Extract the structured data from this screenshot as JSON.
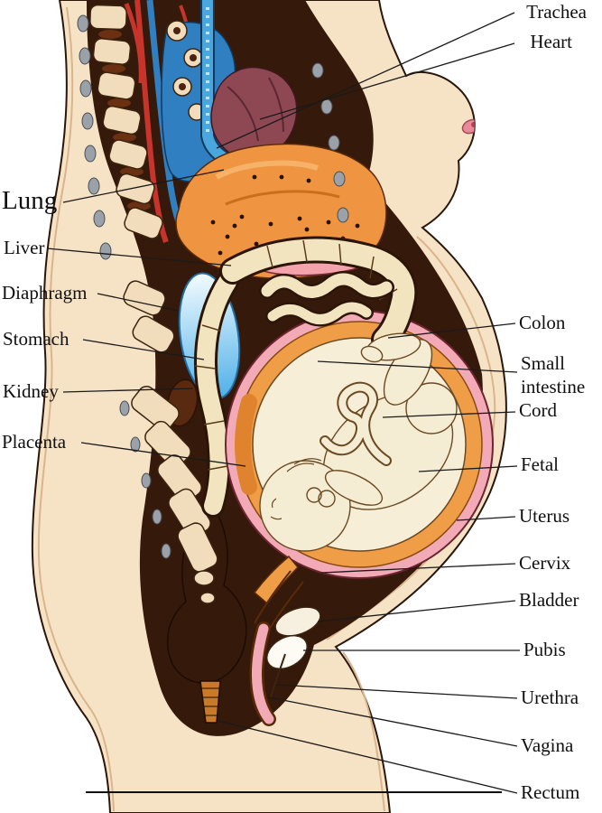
{
  "figure": "Pregnant woman anatomy cross-section diagram",
  "labels": {
    "lung": "Lung",
    "liver": "Liver",
    "diaphragm": "Diaphragm",
    "stomach": "Stomach",
    "kidney": "Kidney",
    "placenta": "Placenta",
    "trachea": "Trachea",
    "heart": "Heart",
    "colon": "Colon",
    "small_intestine_line1": "Small",
    "small_intestine_line2": "intestine",
    "cord": "Cord",
    "fetal": "Fetal",
    "uterus": "Uterus",
    "cervix": "Cervix",
    "bladder": "Bladder",
    "pubis": "Pubis",
    "urethra": "Urethra",
    "vagina": "Vagina",
    "rectum": "Rectum"
  },
  "colors": {
    "background": "#ffffff",
    "skin": "#f6e3c6",
    "skinLine": "#d9b48c",
    "outline": "#2a160a",
    "cavity": "#35190a",
    "bone": "#f1ddbb",
    "disc": "#6b2f12",
    "vesselRed": "#c7342c",
    "vesselBlue": "#2f7fc1",
    "trachea": "#4aa7dd",
    "heart": "#8d4853",
    "organOrange": "#ef9440",
    "organOrangeLight": "#f7b26a",
    "diaphragm": "#f4a3ad",
    "stomachTop": "#f2fbff",
    "stomachBottom": "#4fb0e8",
    "intestine": "#f3e4c0",
    "intestineEdge": "#2b1507",
    "uterusOuter": "#f2abb6",
    "uterusWall": "#ef9d47",
    "amniotic": "#f7eed8",
    "fetus": "#f5ecd4",
    "fetusLine": "#6b4a22",
    "placenta": "#e0832e",
    "bladder": "#fdfbf4",
    "rectum": "#35190a",
    "analCanal": "#c97a28",
    "vagina": "#f2abb6",
    "dotGrey": "#9aa1a8",
    "label": "#101010",
    "leader": "#1a1a1a"
  }
}
